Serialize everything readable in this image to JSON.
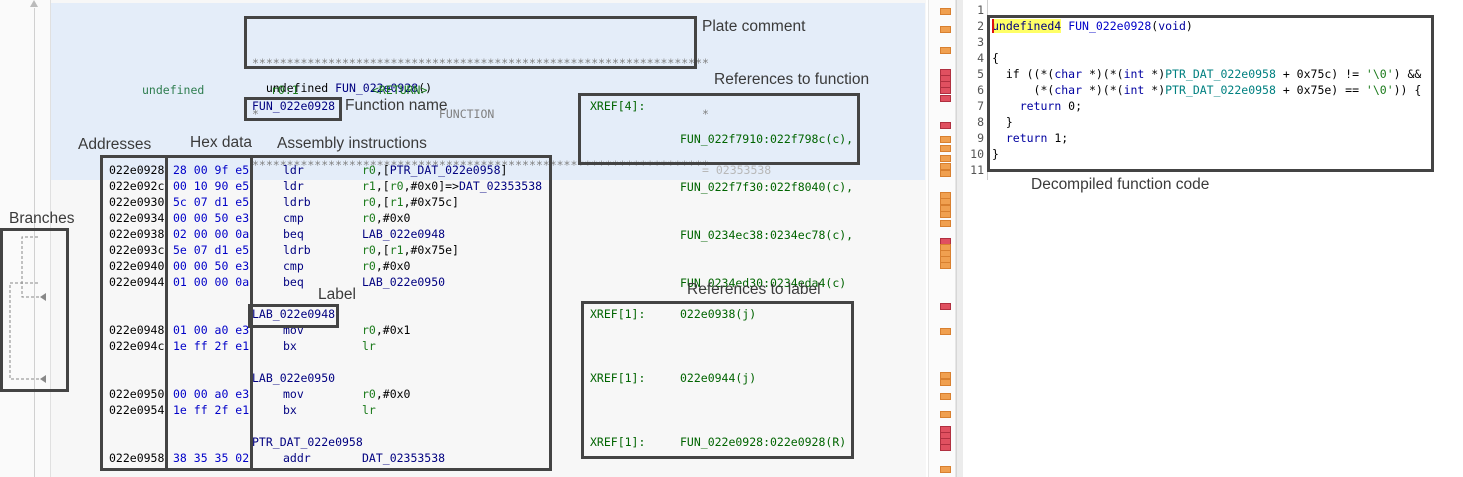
{
  "annotations": {
    "plate_comment": "Plate comment",
    "references_to_function": "References to function",
    "function_name": "Function name",
    "addresses": "Addresses",
    "hex_data": "Hex data",
    "assembly_instructions": "Assembly instructions",
    "branches": "Branches",
    "label": "Label",
    "references_to_label": "References to label",
    "decompiled_function_code": "Decompiled function code"
  },
  "listing": {
    "plate_lines": [
      "******************************************************************",
      "*                          FUNCTION                              *",
      "******************************************************************"
    ],
    "signature_return_type": "undefined",
    "signature_name": "FUN_022e0928",
    "signature_params": "()",
    "return_type": "undefined",
    "return_storage": "r0:1",
    "return_label": "<RETURN>",
    "function_label": "FUN_022e0928",
    "fn_xref_label": "XREF[4]:",
    "fn_xrefs": [
      "FUN_022f7910:022f798c(c),",
      "FUN_022f7f30:022f8040(c),",
      "FUN_0234ec38:0234ec78(c),",
      "FUN_0234ed30:0234eda4(c)"
    ],
    "faded_text": "= 02353538",
    "instructions": [
      {
        "addr": "022e0928",
        "hex": "28 00 9f e5",
        "mnem": "ldr",
        "ops": [
          [
            "r0",
            "reg"
          ],
          [
            ",[",
            ""
          ],
          [
            "PTR_DAT_022e0958",
            "lbl"
          ],
          [
            "]",
            ""
          ]
        ]
      },
      {
        "addr": "022e092c",
        "hex": "00 10 90 e5",
        "mnem": "ldr",
        "ops": [
          [
            "r1",
            "reg"
          ],
          [
            ",[",
            ""
          ],
          [
            "r0",
            "reg"
          ],
          [
            ",#0x0",
            ""
          ],
          [
            "]=>",
            ""
          ],
          [
            "DAT_02353538",
            "lbl"
          ]
        ]
      },
      {
        "addr": "022e0930",
        "hex": "5c 07 d1 e5",
        "mnem": "ldrb",
        "ops": [
          [
            "r0",
            "reg"
          ],
          [
            ",[",
            ""
          ],
          [
            "r1",
            "reg"
          ],
          [
            ",#0x75c",
            ""
          ],
          [
            "]",
            ""
          ]
        ]
      },
      {
        "addr": "022e0934",
        "hex": "00 00 50 e3",
        "mnem": "cmp",
        "ops": [
          [
            "r0",
            "reg"
          ],
          [
            ",#0x0",
            ""
          ]
        ]
      },
      {
        "addr": "022e0938",
        "hex": "02 00 00 0a",
        "mnem": "beq",
        "ops": [
          [
            "LAB_022e0948",
            "lbl"
          ]
        ]
      },
      {
        "addr": "022e093c",
        "hex": "5e 07 d1 e5",
        "mnem": "ldrb",
        "ops": [
          [
            "r0",
            "reg"
          ],
          [
            ",[",
            ""
          ],
          [
            "r1",
            "reg"
          ],
          [
            ",#0x75e",
            ""
          ],
          [
            "]",
            ""
          ]
        ]
      },
      {
        "addr": "022e0940",
        "hex": "00 00 50 e3",
        "mnem": "cmp",
        "ops": [
          [
            "r0",
            "reg"
          ],
          [
            ",#0x0",
            ""
          ]
        ]
      },
      {
        "addr": "022e0944",
        "hex": "01 00 00 0a",
        "mnem": "beq",
        "ops": [
          [
            "LAB_022e0950",
            "lbl"
          ]
        ]
      },
      {
        "addr": "022e0948",
        "hex": "01 00 a0 e3",
        "mnem": "mov",
        "ops": [
          [
            "r0",
            "reg"
          ],
          [
            ",#0x1",
            ""
          ]
        ]
      },
      {
        "addr": "022e094c",
        "hex": "1e ff 2f e1",
        "mnem": "bx",
        "ops": [
          [
            "lr",
            "reg"
          ]
        ]
      },
      {
        "addr": "022e0950",
        "hex": "00 00 a0 e3",
        "mnem": "mov",
        "ops": [
          [
            "r0",
            "reg"
          ],
          [
            ",#0x0",
            ""
          ]
        ]
      },
      {
        "addr": "022e0954",
        "hex": "1e ff 2f e1",
        "mnem": "bx",
        "ops": [
          [
            "lr",
            "reg"
          ]
        ]
      },
      {
        "addr": "022e0958",
        "hex": "38 35 35 02",
        "mnem": "addr",
        "ops": [
          [
            "DAT_02353538",
            "lbl"
          ]
        ]
      }
    ],
    "labels": [
      "LAB_022e0948",
      "LAB_022e0950",
      "PTR_DAT_022e0958"
    ],
    "label_xrefs": [
      {
        "label": "XREF[1]:",
        "ref": "022e0938(j)"
      },
      {
        "label": "XREF[1]:",
        "ref": "022e0944(j)"
      },
      {
        "label": "XREF[1]:",
        "ref": "FUN_022e0928:022e0928(R)"
      }
    ]
  },
  "decompiler": {
    "line_numbers": [
      "1",
      "2",
      "3",
      "4",
      "5",
      "6",
      "7",
      "8",
      "9",
      "10",
      "11"
    ],
    "lines": [
      [],
      [
        [
          "undefined4",
          "type-hl"
        ],
        [
          " ",
          ""
        ],
        [
          "FUN_022e0928",
          "fn"
        ],
        [
          "(",
          ""
        ],
        [
          "void",
          "kw"
        ],
        [
          ")",
          ""
        ]
      ],
      [],
      [
        [
          "{",
          ""
        ]
      ],
      [
        [
          "  if ((*(",
          ""
        ],
        [
          "char",
          "kw"
        ],
        [
          " *)(*(",
          ""
        ],
        [
          "int",
          "kw"
        ],
        [
          " *)",
          ""
        ],
        [
          "PTR_DAT_022e0958",
          "var"
        ],
        [
          " + 0x75c) != ",
          ""
        ],
        [
          "'\\0'",
          "str"
        ],
        [
          ") &&",
          ""
        ]
      ],
      [
        [
          "      (*(",
          ""
        ],
        [
          "char",
          "kw"
        ],
        [
          " *)(*(",
          ""
        ],
        [
          "int",
          "kw"
        ],
        [
          " *)",
          ""
        ],
        [
          "PTR_DAT_022e0958",
          "var"
        ],
        [
          " + 0x75e) == ",
          ""
        ],
        [
          "'\\0'",
          "str"
        ],
        [
          ")) {",
          ""
        ]
      ],
      [
        [
          "    ",
          ""
        ],
        [
          "return",
          "kw"
        ],
        [
          " 0;",
          ""
        ]
      ],
      [
        [
          "  }",
          ""
        ]
      ],
      [
        [
          "  ",
          ""
        ],
        [
          "return",
          "kw"
        ],
        [
          " 1;",
          ""
        ]
      ],
      [
        [
          "}",
          ""
        ]
      ],
      []
    ]
  },
  "colors": {
    "selection_bg": "#e4edf9",
    "address": "#000000",
    "hex": "#0000c8",
    "register": "#1a7a1a",
    "label": "#000080",
    "xref": "#006400",
    "annotation_box": "#444444"
  }
}
